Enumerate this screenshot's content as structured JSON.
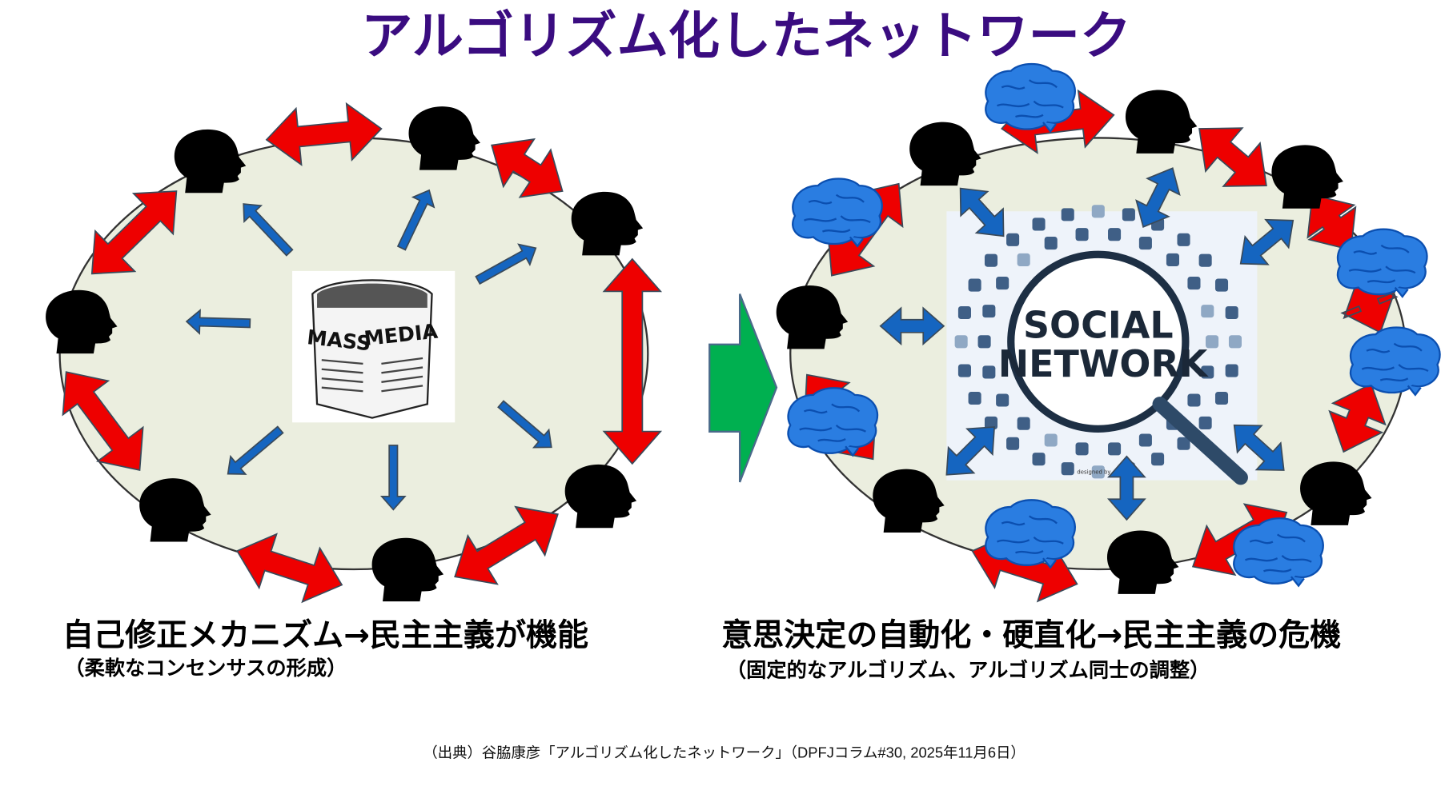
{
  "title": "アルゴリズム化したネットワーク",
  "left": {
    "caption": "自己修正メカニズム→民主主義が機能",
    "subcaption": "（柔軟なコンセンサスの形成）",
    "center_image_text": [
      "MASS",
      "MEDIA"
    ]
  },
  "right": {
    "caption": "意思決定の自動化・硬直化→民主主義の危機",
    "subcaption": "（固定的なアルゴリズム、アルゴリズム同士の調整）",
    "center_image_text": [
      "SOCIAL",
      "NETWORK"
    ],
    "center_image_credit": "designed by"
  },
  "citation": "（出典）谷脇康彦「アルゴリズム化したネットワーク」（DPFJコラム#30, 2025年11月6日）",
  "colors": {
    "title": "#3a0c80",
    "red_arrow": "#ee0000",
    "blue_arrow": "#1565c0",
    "green_arrow": "#00b050",
    "ellipse_fill": "#ebeedf",
    "brain": "#2a7de1"
  }
}
